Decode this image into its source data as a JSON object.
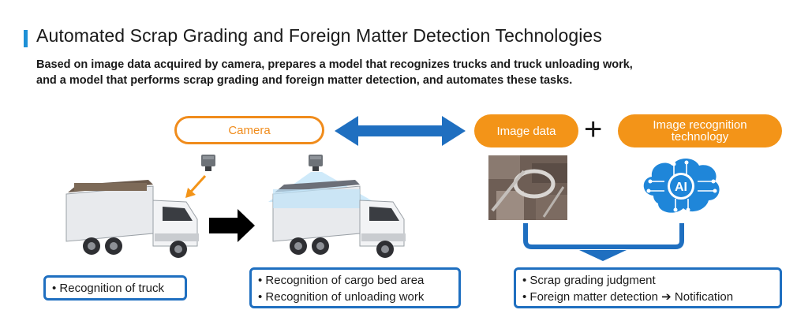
{
  "header": {
    "title": "Automated Scrap Grading and Foreign Matter Detection Technologies",
    "subtitle_line1": "Based on image data acquired by camera, prepares a model that recognizes trucks and truck unloading work,",
    "subtitle_line2": "and a model that performs scrap grading and foreign matter detection, and automates these tasks."
  },
  "labels": {
    "camera": "Camera",
    "image_data": "Image data",
    "image_recognition_line1": "Image recognition",
    "image_recognition_line2": "technology",
    "plus": "+",
    "ai": "AI"
  },
  "boxes": {
    "truck": [
      "• Recognition of truck"
    ],
    "cargo": [
      "• Recognition of cargo bed area",
      "• Recognition of unloading work"
    ],
    "result": [
      "• Scrap grading judgment",
      "• Foreign matter detection ➔ Notification"
    ]
  },
  "colors": {
    "accent_blue": "#1f6fc0",
    "title_bar_blue": "#1e90d6",
    "orange": "#f39418",
    "camera_orange": "#f08c1c"
  },
  "icons": [
    "camera-icon",
    "truck-icon",
    "black-arrow-icon",
    "double-arrow-icon",
    "ai-brain-icon",
    "scrap-photo"
  ]
}
